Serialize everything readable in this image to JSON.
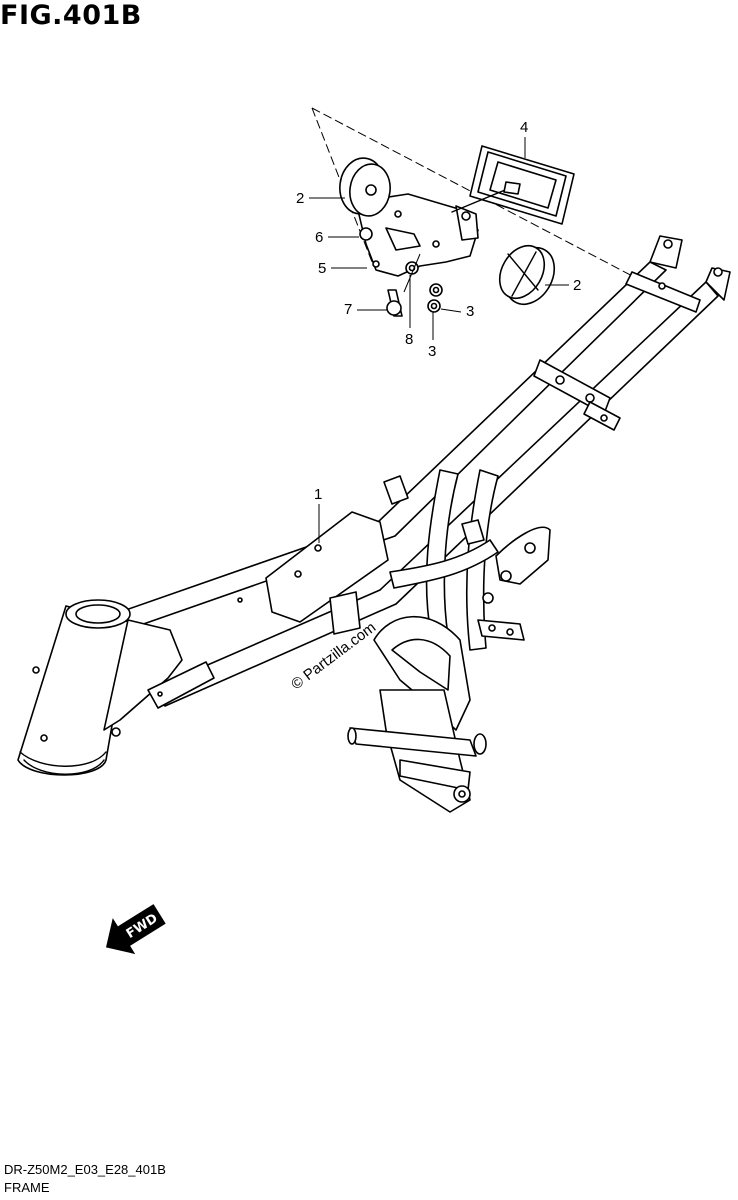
{
  "figure": {
    "title": "FIG.401B"
  },
  "callouts": [
    {
      "id": "c1",
      "label": "1"
    },
    {
      "id": "c2a",
      "label": "2"
    },
    {
      "id": "c2b",
      "label": "2"
    },
    {
      "id": "c3a",
      "label": "3"
    },
    {
      "id": "c3b",
      "label": "3"
    },
    {
      "id": "c4",
      "label": "4"
    },
    {
      "id": "c5",
      "label": "5"
    },
    {
      "id": "c6",
      "label": "6"
    },
    {
      "id": "c7",
      "label": "7"
    },
    {
      "id": "c8",
      "label": "8"
    }
  ],
  "watermark": "© Partzilla.com",
  "fwd_label": "FWD",
  "footer": {
    "code": "DR-Z50M2_E03_E28_401B",
    "name": "FRAME"
  }
}
